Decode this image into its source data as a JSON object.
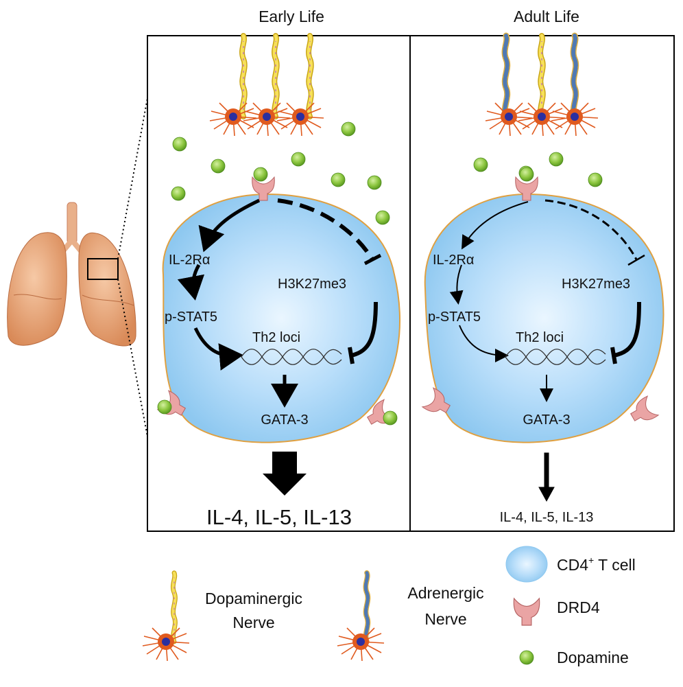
{
  "panels": {
    "early": {
      "title": "Early Life",
      "il2r": "IL-2Rα",
      "stat5": "p-STAT5",
      "h3k": "H3K27me3",
      "loci": "Th2 loci",
      "gata": "GATA-3",
      "output": "IL-4, IL-5, IL-13"
    },
    "adult": {
      "title": "Adult Life",
      "il2r": "IL-2Rα",
      "stat5": "p-STAT5",
      "h3k": "H3K27me3",
      "loci": "Th2 loci",
      "gata": "GATA-3",
      "output": "IL-4, IL-5, IL-13"
    }
  },
  "legend": {
    "dopaminergic_line1": "Dopaminergic",
    "dopaminergic_line2": "Nerve",
    "adrenergic_line1": "Adrenergic",
    "adrenergic_line2": "Nerve",
    "cd4_prefix": "CD4",
    "cd4_sup": "+",
    "cd4_suffix": " T cell",
    "drd4": "DRD4",
    "dopamine": "Dopamine"
  },
  "colors": {
    "cell_fill": "#aad6f5",
    "cell_edge": "#e0a040",
    "receptor": "#e8a0a0",
    "dopamine": "#8cc63f",
    "neuron": "#e05a1e",
    "dopaminergic_axon": "#f2d84a",
    "adrenergic_axon": "#5b7fb0",
    "lung": "#e8a276"
  }
}
